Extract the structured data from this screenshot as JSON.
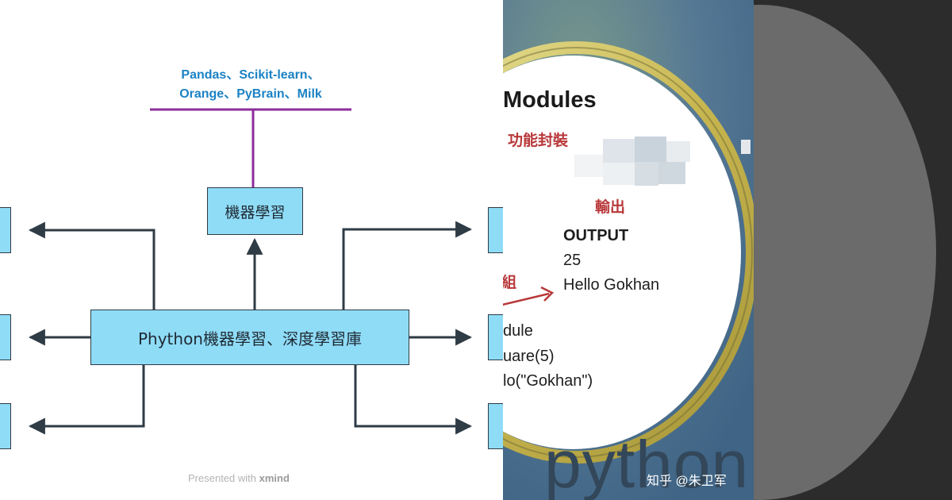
{
  "diagram": {
    "libraries": {
      "line1": "Pandas、Scikit-learn、",
      "line2": "Orange、PyBrain、Milk"
    },
    "ml_box": "機器學習",
    "central_box": "Phython機器學習、深度學習庫",
    "credit": {
      "prefix": "Presented with ",
      "brand": "xmind"
    }
  },
  "slide": {
    "title": "Modules",
    "label_encapsulate": "功能封裝",
    "label_output": "輸出",
    "output_header": "OUTPUT",
    "output_line1": "25",
    "output_line2": "Hello Gokhan",
    "label_partial": "組",
    "code_line1": "dule",
    "code_line2": "uare(5)",
    "code_line3": "lo(\"Gokhan\")",
    "python_logo": "python",
    "watermark": "知乎 @朱卫军"
  },
  "colors": {
    "box_fill": "#8fdcf7",
    "library_text": "#1b82c4",
    "connector_purple": "#8e2c9c",
    "arrow_dark": "#2f3b45",
    "slide_label_red": "#b8383a",
    "slide_background": "#4f7391",
    "disc_gray": "#6b6b6b"
  }
}
